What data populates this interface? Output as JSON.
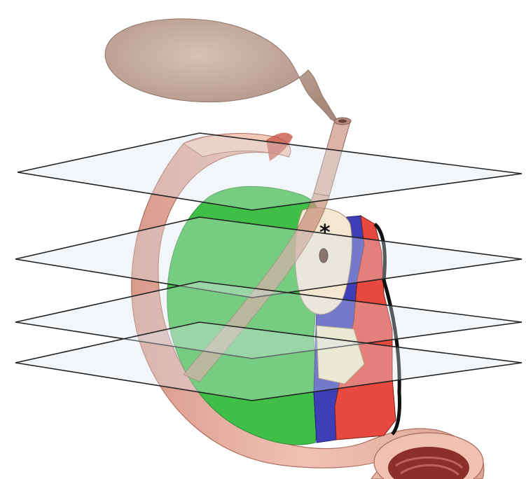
{
  "figure": {
    "marker": "*"
  },
  "colors": {
    "background": "#ffffff",
    "gallbladder": "#c9ad9f",
    "bile_duct": "#d9b2a6",
    "duodenum": "#eab6a8",
    "pancreas_green": "#3fbf48",
    "region_blue": "#3e3fb8",
    "region_red": "#e8493e",
    "region_cream": "#f1ebc6",
    "plane_edge": "#222222"
  },
  "structures": [
    {
      "name": "gallbladder"
    },
    {
      "name": "bile-duct"
    },
    {
      "name": "duodenum"
    },
    {
      "name": "pancreas-green-region"
    },
    {
      "name": "blue-region"
    },
    {
      "name": "red-region"
    },
    {
      "name": "cream-region"
    },
    {
      "name": "duct-opening"
    }
  ],
  "section_planes": 4
}
